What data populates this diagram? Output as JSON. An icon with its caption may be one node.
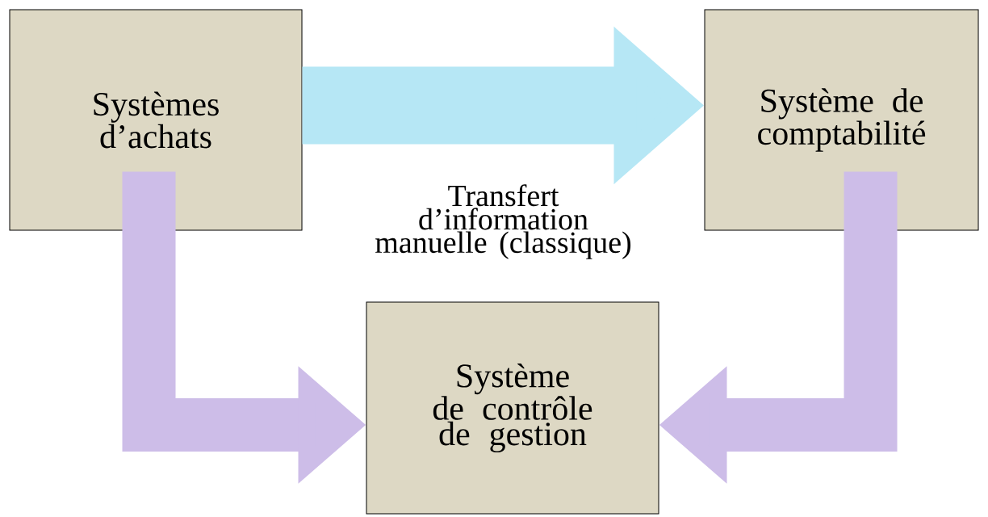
{
  "diagram": {
    "nodes": [
      {
        "text": [
          "Systèmes d’achats"
        ]
      },
      {
        "text": [
          "Système de comptabilité"
        ]
      },
      {
        "text": [
          "Système de contrôle de gestion"
        ]
      }
    ],
    "edges": [
      {
        "from": 0,
        "to": 1,
        "arrow": "to",
        "label": "Transfert d’information manuelle (classique)",
        "color": "#b6e7f5"
      },
      {
        "from": 0,
        "to": 2,
        "arrow": "to"
      },
      {
        "from": 1,
        "to": 2,
        "arrow": "to"
      }
    ]
  }
}
